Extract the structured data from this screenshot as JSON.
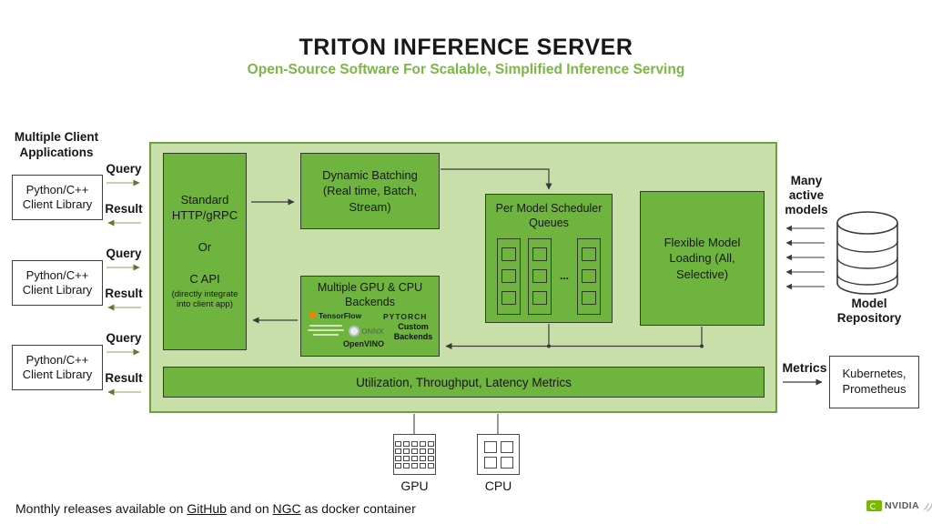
{
  "slide": {
    "title": "TRITON INFERENCE SERVER",
    "subtitle": "Open-Source Software For Scalable, Simplified Inference Serving"
  },
  "clients": {
    "header": "Multiple Client Applications",
    "boxes": [
      {
        "label": "Python/C++ Client Library"
      },
      {
        "label": "Python/C++ Client Library"
      },
      {
        "label": "Python/C++ Client Library"
      }
    ],
    "query_label": "Query",
    "result_label": "Result"
  },
  "server": {
    "api_box": {
      "line1": "Standard HTTP/gRPC",
      "line2": "Or",
      "line3": "C API",
      "line4": "(directly integrate into client app)"
    },
    "dynamic_batching": {
      "line1": "Dynamic Batching",
      "line2": "(Real time, Batch,",
      "line3": "Stream)"
    },
    "scheduler": {
      "line1": "Per Model Scheduler",
      "line2": "Queues",
      "ellipsis": "..."
    },
    "flexible_loading": {
      "line1": "Flexible Model",
      "line2": "Loading (All,",
      "line3": "Selective)"
    },
    "backends": {
      "line1": "Multiple GPU & CPU",
      "line2": "Backends",
      "tensorflow": "TensorFlow",
      "pytorch": "PYTORCH",
      "onnx": "ONNX",
      "openvino": "OpenVINO",
      "custom": "Custom Backends"
    },
    "metrics_bar": "Utilization, Throughput, Latency Metrics"
  },
  "repository": {
    "many_models": {
      "line1": "Many",
      "line2": "active",
      "line3": "models"
    },
    "label": {
      "line1": "Model",
      "line2": "Repository"
    }
  },
  "monitoring": {
    "metrics_label": "Metrics",
    "box": {
      "line1": "Kubernetes,",
      "line2": "Prometheus"
    }
  },
  "hardware": {
    "gpu_label": "GPU",
    "cpu_label": "CPU"
  },
  "footer": {
    "prefix": "Monthly releases available on ",
    "github_link": "GitHub",
    "middle": " and on ",
    "ngc_link": "NGC",
    "suffix": " as docker container"
  },
  "branding": {
    "logo_text": "NVIDIA"
  },
  "colors": {
    "accent_green": "#76b900",
    "box_green": "#6fb43e",
    "panel_green": "#c9dfa9",
    "panel_border": "#6aa23f",
    "subtitle_green": "#7ab843"
  }
}
